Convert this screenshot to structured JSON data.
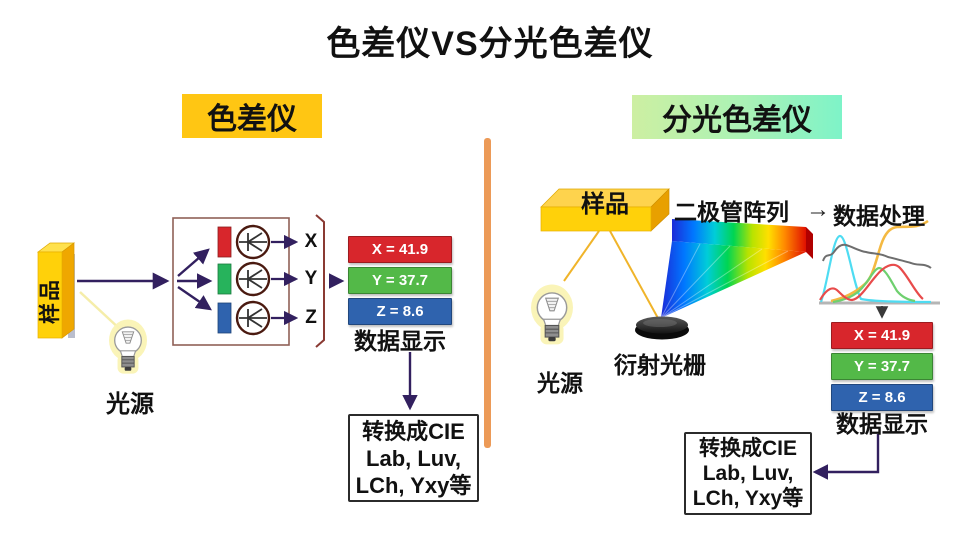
{
  "title": "色差仪VS分光色差仪",
  "left": {
    "header": "色差仪",
    "sample_label": "样品",
    "light_source_label": "光源",
    "sensor_outputs": [
      "X",
      "Y",
      "Z"
    ],
    "display_label": "数据显示",
    "values": [
      {
        "label": "X = 41.9",
        "color": "#d8262c"
      },
      {
        "label": "Y = 37.7",
        "color": "#53b948"
      },
      {
        "label": "Z = 8.6",
        "color": "#2f63ae"
      }
    ],
    "conversion_lines": [
      "转换成CIE",
      "Lab, Luv,",
      "LCh, Yxy等"
    ]
  },
  "right": {
    "header": "分光色差仪",
    "sample_label": "样品",
    "light_source_label": "光源",
    "diode_array_label": "二极管阵列",
    "processing_arrow": "→",
    "processing_label": "数据处理",
    "grating_label": "衍射光栅",
    "display_label": "数据显示",
    "values": [
      {
        "label": "X = 41.9",
        "color": "#d8262c"
      },
      {
        "label": "Y = 37.7",
        "color": "#53b948"
      },
      {
        "label": "Z = 8.6",
        "color": "#2f63ae"
      }
    ],
    "conversion_lines": [
      "转换成CIE",
      "Lab, Luv,",
      "LCh, Yxy等"
    ]
  },
  "colors": {
    "left_header_bg": "#ffc613",
    "right_header_gradient_start": "#cdefa2",
    "right_header_gradient_end": "#7ef3c8",
    "divider_orange": "#ec9a57",
    "flow_arrow_purple": "#32205f",
    "sample_yellow": "#ffd10a",
    "value_x_red": "#d8262c",
    "value_y_green": "#53b948",
    "value_z_blue": "#2f63ae"
  }
}
